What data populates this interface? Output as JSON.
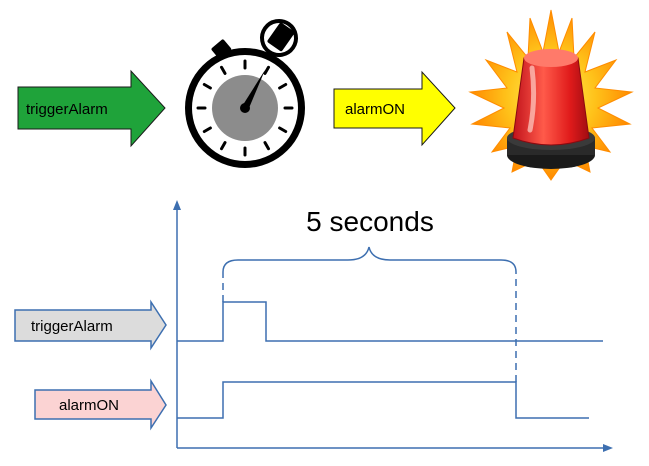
{
  "top_row": {
    "input_arrow_label": "triggerAlarm",
    "input_arrow_color": "#1fa33a",
    "timer_icon": "stopwatch-icon",
    "output_arrow_label": "alarmON",
    "output_arrow_color": "#ffff00",
    "alarm_icon": "red-beacon-icon"
  },
  "timing": {
    "duration_label": "5 seconds",
    "line_color": "#3d6fb0",
    "signals": [
      {
        "label": "triggerAlarm",
        "arrow_color": "#dcdcdc"
      },
      {
        "label": "alarmON",
        "arrow_color": "#fbd3d3"
      }
    ]
  }
}
